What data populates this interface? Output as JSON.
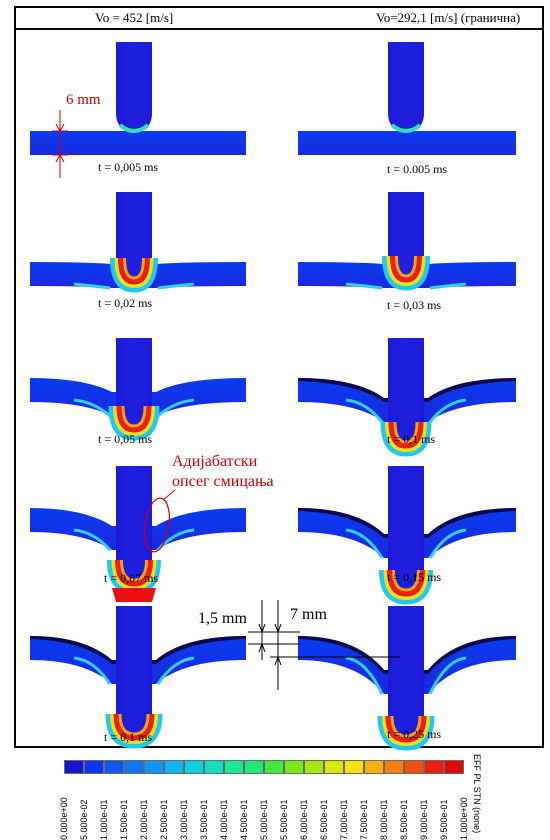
{
  "header": {
    "left": "Vo = 452 [m/s]",
    "right_value": "Vo=292,1 [m/s]",
    "right_note": "(гранична)"
  },
  "left_column_times": [
    "t = 0,005 ms",
    "t = 0,02 ms",
    "t = 0,05 ms",
    "t = 0,07 ms",
    "t = 0,1 ms"
  ],
  "right_column_times": [
    "t = 0.005 ms",
    "t = 0,03 ms",
    "t = 0,1 ms",
    "t = 0,15 ms",
    "t = 0,25 ms"
  ],
  "annotations": {
    "thickness": "6 mm",
    "shear_band": [
      "Адијабатски",
      "опсег смицања"
    ],
    "dim_small": "1,5 mm",
    "dim_large": "7 mm"
  },
  "colorbar": {
    "title": "EFF PL STN (none)",
    "colors": [
      "#1515d2",
      "#0f35f0",
      "#1255f5",
      "#1075f8",
      "#0d95f8",
      "#10b5f0",
      "#10d0e0",
      "#10e0c0",
      "#18e898",
      "#20e870",
      "#40e840",
      "#78e818",
      "#a8e810",
      "#d8e810",
      "#f8e010",
      "#f8b010",
      "#f88010",
      "#f05010",
      "#e82010",
      "#e00808"
    ],
    "labels": [
      "0.000e+00",
      "5.000e-02",
      "1.000e-01",
      "1.500e-01",
      "2.000e-01",
      "2.500e-01",
      "3.000e-01",
      "3.500e-01",
      "4.000e-01",
      "4.500e-01",
      "5.000e-01",
      "5.500e-01",
      "6.000e-01",
      "6.500e-01",
      "7.000e-01",
      "7.500e-01",
      "8.000e-01",
      "8.500e-01",
      "9.000e-01",
      "9.500e-01",
      "1.000e+00"
    ]
  }
}
